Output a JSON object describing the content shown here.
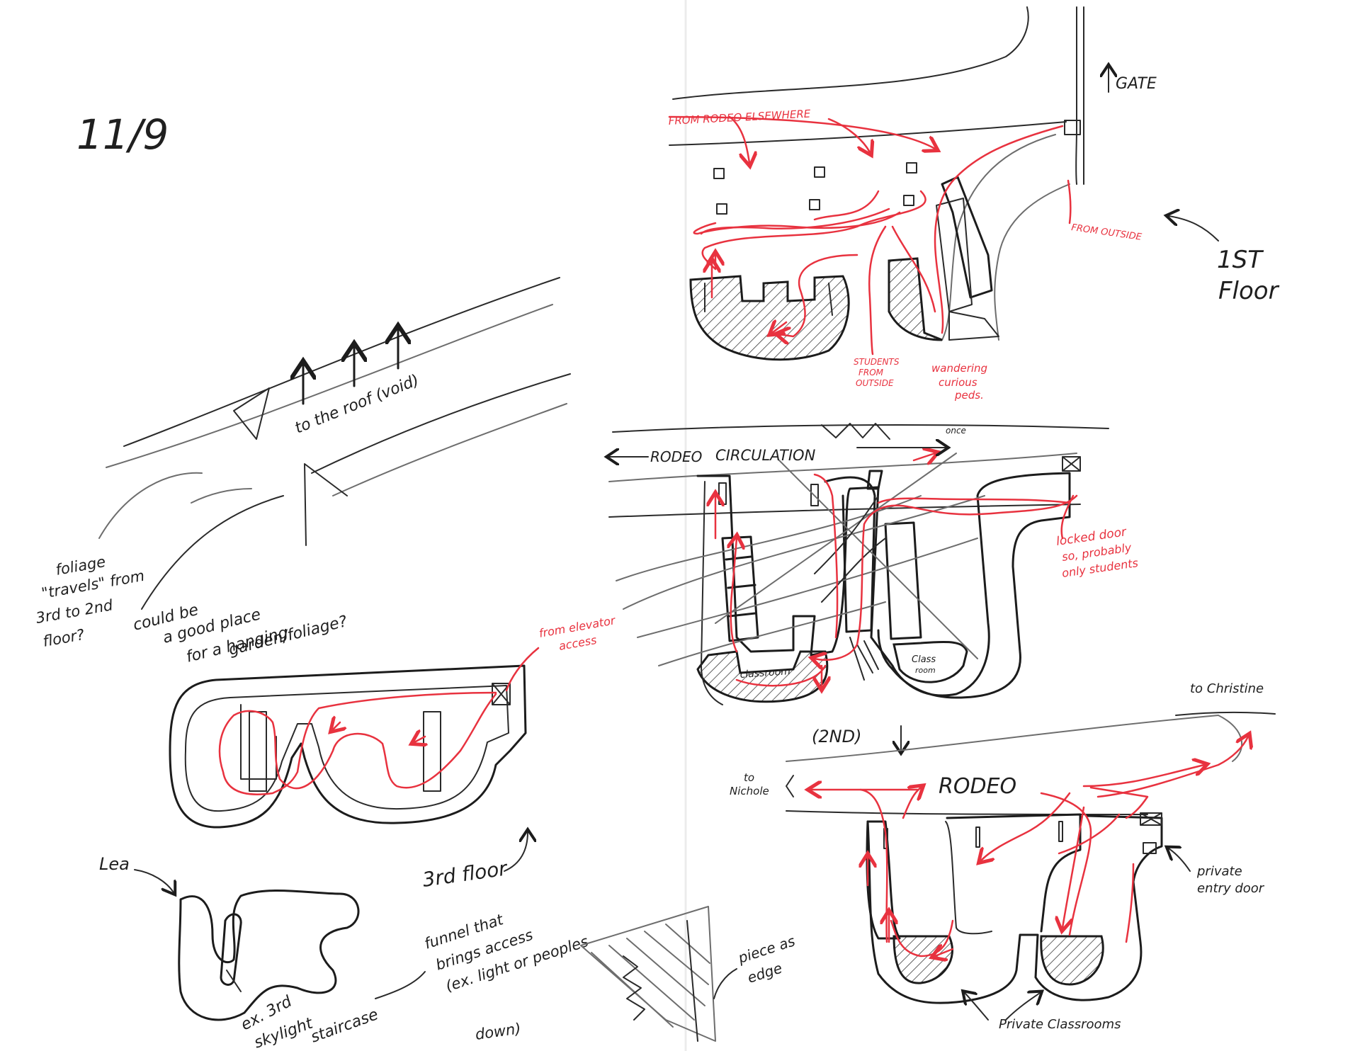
{
  "date": "11/9",
  "sketch_left": {
    "roof_note": "to the roof (void)",
    "foliage_note_1": "foliage",
    "foliage_note_2": "\"travels\" from",
    "foliage_note_3": "3rd to 2nd",
    "foliage_note_4": "floor?",
    "garden_note_1": "could be",
    "garden_note_2": "a good place",
    "garden_note_3": "for a hanging",
    "garden_note_4": "garden/foliage?",
    "elevator_note_1": "from elevator",
    "elevator_note_2": "access",
    "floor3_label": "3rd floor",
    "lea_label": "Lea",
    "skylight_note_1": "ex. 3rd",
    "skylight_note_2": "skylight",
    "skylight_note_3": "staircase",
    "funnel_note_1": "funnel that",
    "funnel_note_2": "brings access",
    "funnel_note_3": "(ex. light or peoples",
    "funnel_note_4": "down)",
    "piece_note_1": "piece as",
    "piece_note_2": "edge"
  },
  "floor1": {
    "gate_label": "GATE",
    "from_rodeo": "FROM RODEO ELSEWHERE",
    "from_outside": "FROM OUTSIDE",
    "students_note_1": "STUDENTS",
    "students_note_2": "FROM",
    "students_note_3": "OUTSIDE",
    "wandering_note_1": "wandering",
    "wandering_note_2": "curious",
    "wandering_note_3": "peds.",
    "floor_label_1": "1ST",
    "floor_label_2": "Floor"
  },
  "floor_mid": {
    "rodeo_label": "RODEO",
    "circulation_label": "CIRCULATION",
    "once_note": "once",
    "locked_note_1": "locked door",
    "locked_note_2": "so, probably",
    "locked_note_3": "only students",
    "classroom_1": "classroom",
    "classroom_2a": "Class",
    "classroom_2b": "room"
  },
  "floor2": {
    "floor_label": "(2ND)",
    "rodeo_label": "RODEO",
    "to_christine": "to Christine",
    "to_nichole_1": "to",
    "to_nichole_2": "Nichole",
    "private_entry_1": "private",
    "private_entry_2": "entry door",
    "private_classrooms": "Private Classrooms"
  },
  "colors": {
    "ink": "#1c1c1c",
    "red_pen": "#e8323f",
    "pencil": "#6d6d6d",
    "paper": "#ffffff"
  }
}
